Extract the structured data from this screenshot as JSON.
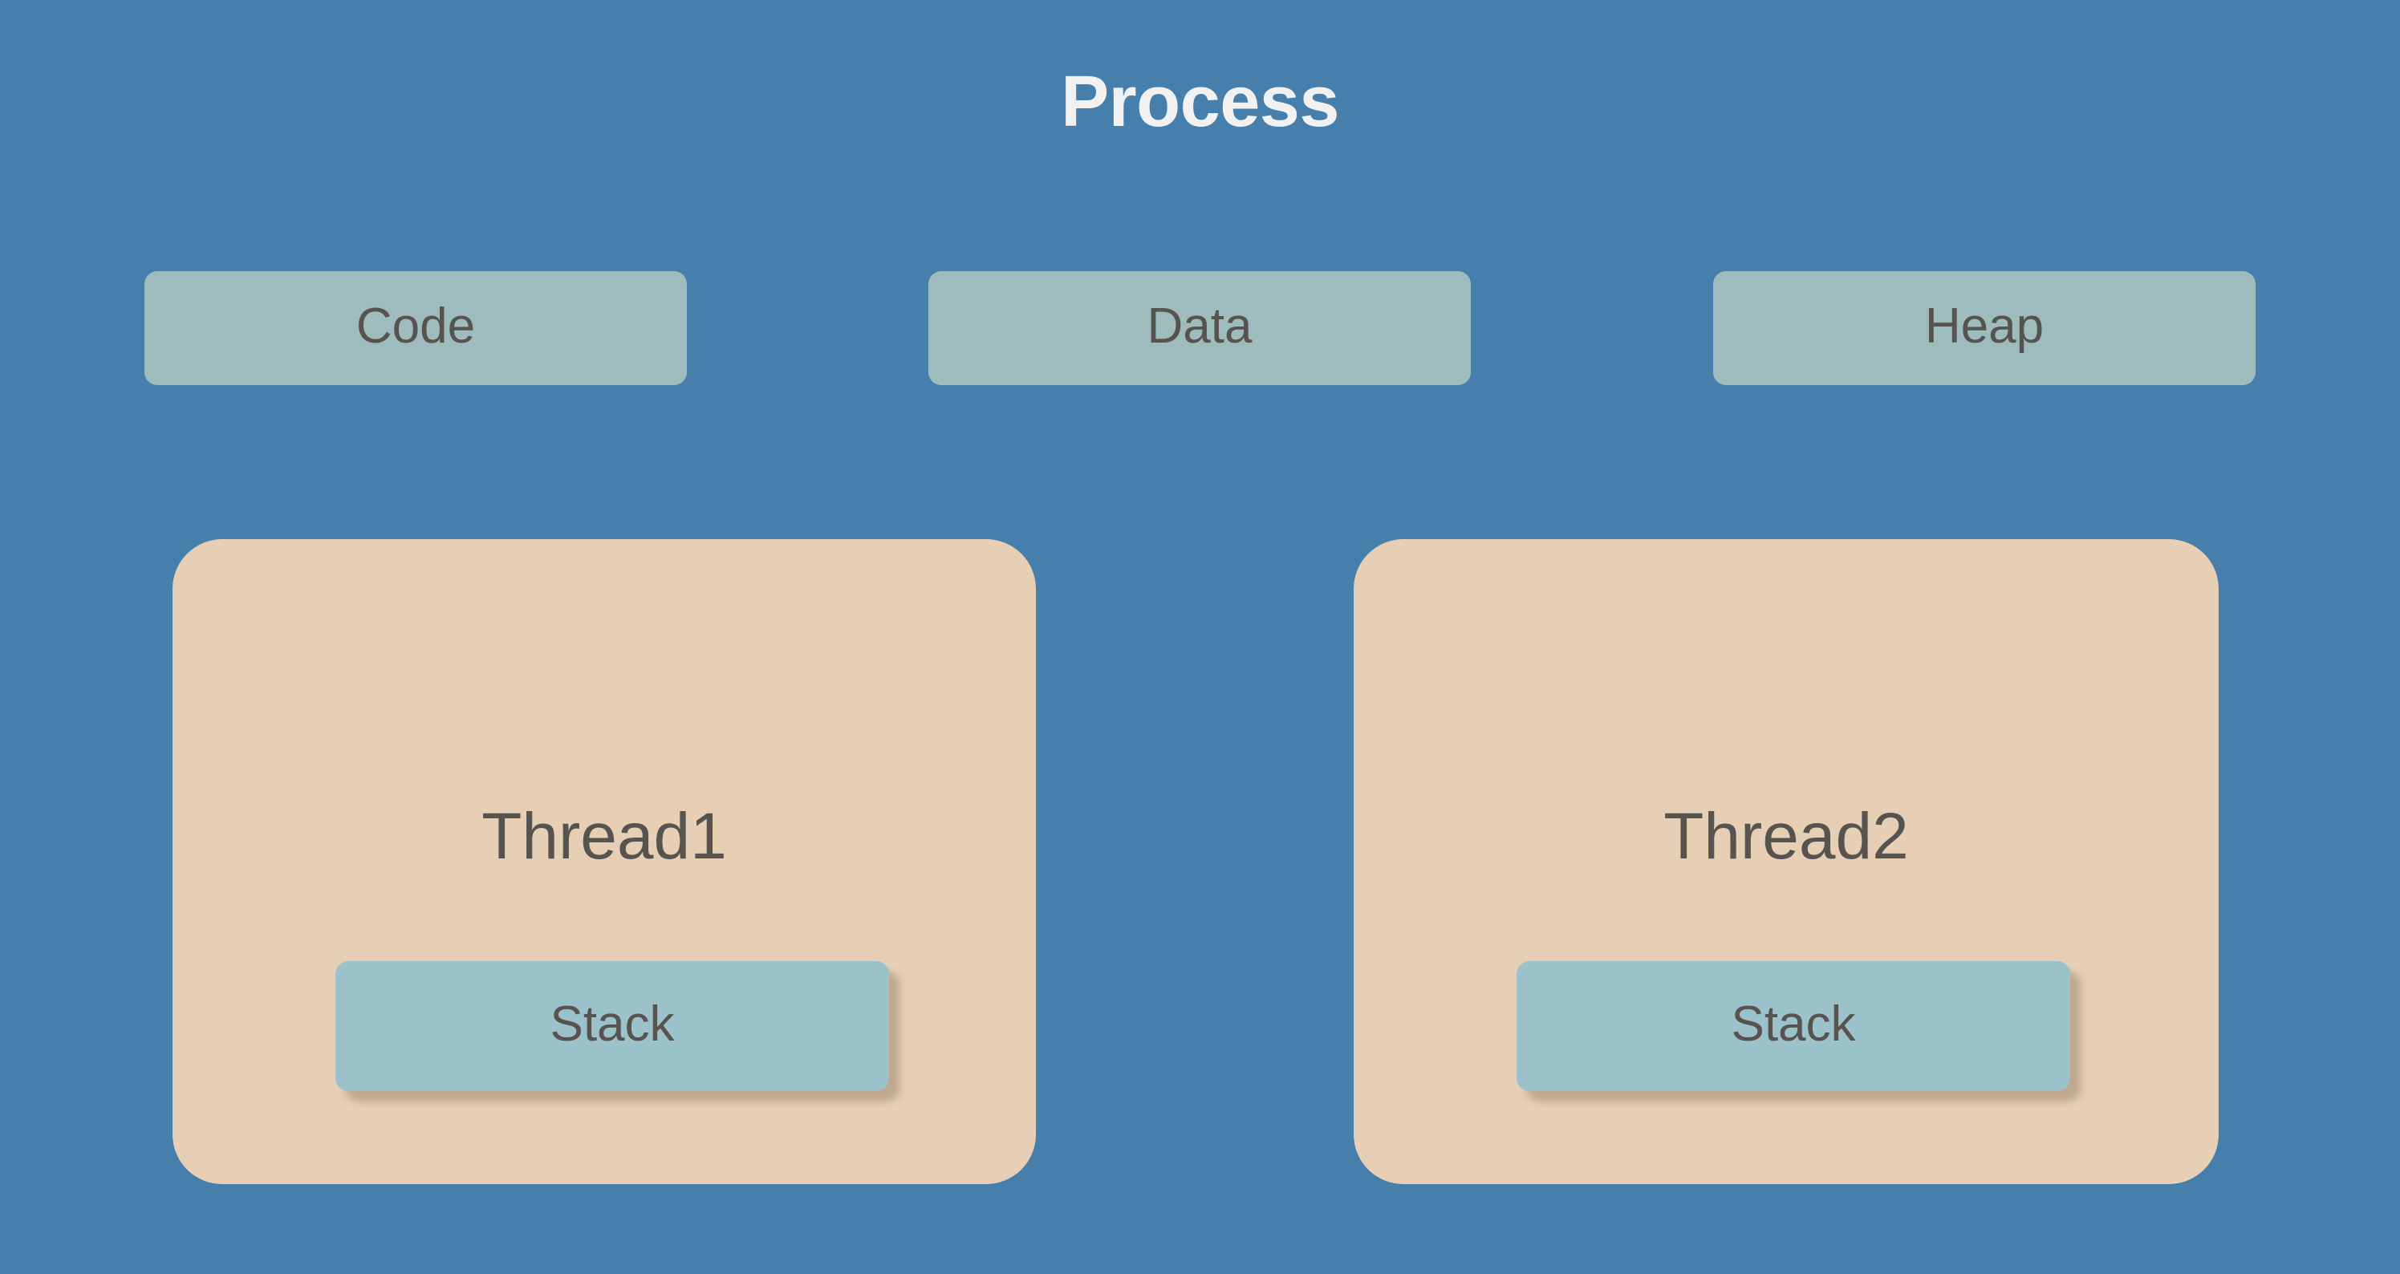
{
  "diagram": {
    "title": "Process",
    "background_color": "#477FAC",
    "title_color": "#F1F1F1",
    "segment_color": "#9EBCBE",
    "thread_color": "#E6CFB4",
    "stack_color": "#9BC2CB",
    "label_color": "#575450"
  },
  "segments": [
    {
      "label": "Code"
    },
    {
      "label": "Data"
    },
    {
      "label": "Heap"
    }
  ],
  "threads": [
    {
      "label": "Thread1",
      "stack": {
        "label": "Stack"
      }
    },
    {
      "label": "Thread2",
      "stack": {
        "label": "Stack"
      }
    }
  ]
}
